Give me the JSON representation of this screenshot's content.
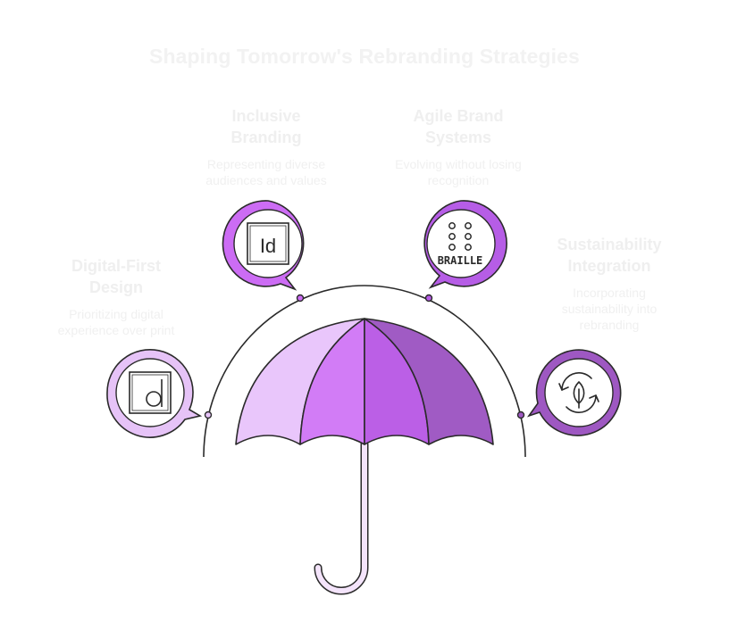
{
  "title": "Shaping Tomorrow's Rebranding Strategies",
  "items": [
    {
      "id": "digital-first",
      "title_lines": [
        "Digital-First",
        "Design"
      ],
      "desc_lines": [
        "Prioritizing digital",
        "experience over print"
      ],
      "icon": "digital-design-d-icon",
      "color": "#e6c3f7"
    },
    {
      "id": "inclusive",
      "title_lines": [
        "Inclusive",
        "Branding"
      ],
      "desc_lines": [
        "Representing diverse",
        "audiences and values"
      ],
      "icon": "indesign-id-icon",
      "icon_text": "Id",
      "color": "#cc6cf4"
    },
    {
      "id": "agile",
      "title_lines": [
        "Agile Brand",
        "Systems"
      ],
      "desc_lines": [
        "Evolving without losing",
        "recognition"
      ],
      "icon": "braille-icon",
      "icon_text": "BRAILLE",
      "color": "#b65de6"
    },
    {
      "id": "sustainability",
      "title_lines": [
        "Sustainability",
        "Integration"
      ],
      "desc_lines": [
        "Incorporating",
        "sustainability into",
        "rebranding"
      ],
      "icon": "recycle-leaf-icon",
      "color": "#9e58c2"
    }
  ],
  "umbrella_colors": [
    "#e9c6fb",
    "#d27cf6",
    "#bb5fe6",
    "#a05bc4"
  ],
  "outline_color": "#2a2a2a"
}
